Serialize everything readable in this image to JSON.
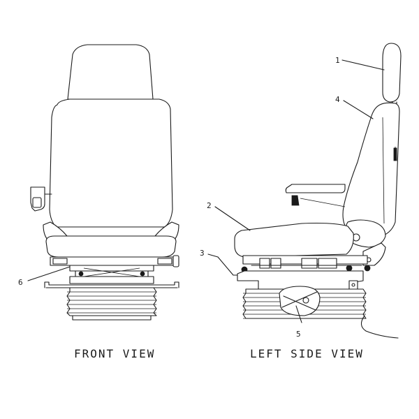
{
  "views": {
    "front": {
      "caption": "FRONT VIEW"
    },
    "side": {
      "caption": "LEFT SIDE VIEW"
    }
  },
  "callouts": [
    {
      "id": "1",
      "label": "1",
      "part": "headrest"
    },
    {
      "id": "2",
      "label": "2",
      "part": "seat-cushion"
    },
    {
      "id": "3",
      "label": "3",
      "part": "fore-aft-lever"
    },
    {
      "id": "4",
      "label": "4",
      "part": "backrest"
    },
    {
      "id": "5",
      "label": "5",
      "part": "suspension-adjust-knob"
    },
    {
      "id": "6",
      "label": "6",
      "part": "base-frame"
    }
  ],
  "colors": {
    "line": "#1a1a1a",
    "background": "#ffffff"
  }
}
